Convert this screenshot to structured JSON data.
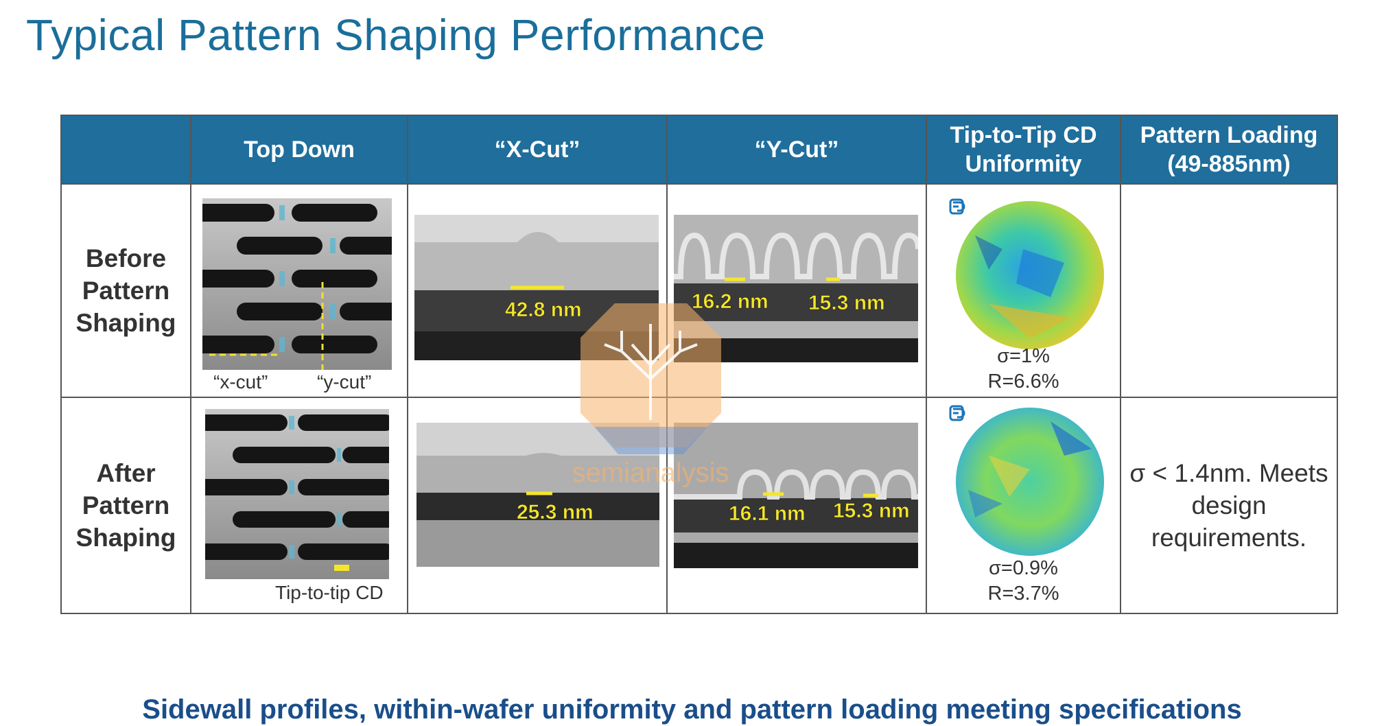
{
  "title": "Typical Pattern Shaping Performance",
  "table": {
    "headers": [
      "",
      "Top Down",
      "“X-Cut”",
      "“Y-Cut”",
      "Tip-to-Tip CD Uniformity",
      "Pattern Loading (49-885nm)"
    ],
    "rows": [
      {
        "label": "Before Pattern Shaping",
        "top_down_captions": [
          "“x-cut”",
          "“y-cut”"
        ],
        "x_cut_measure": "42.8 nm",
        "y_cut_measures": [
          "16.2 nm",
          "15.3 nm"
        ],
        "uniformity": [
          "σ=1%",
          "R=6.6%"
        ],
        "pattern_loading": ""
      },
      {
        "label": "After Pattern Shaping",
        "top_down_caption": "Tip-to-tip CD",
        "x_cut_measure": "25.3 nm",
        "y_cut_measures": [
          "16.1 nm",
          "15.3 nm"
        ],
        "uniformity": [
          "σ=0.9%",
          "R=3.7%"
        ],
        "pattern_loading": "σ < 1.4nm. Meets design requirements."
      }
    ]
  },
  "watermark_text": "semianalysis",
  "footer": "Sidewall profiles, within-wafer uniformity and pattern loading meeting specifications"
}
